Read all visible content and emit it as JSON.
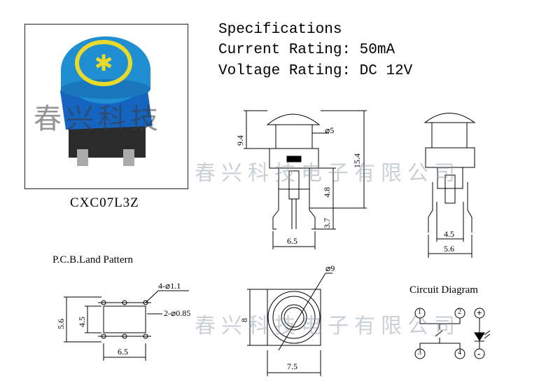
{
  "product": {
    "model": "CXC07L3Z",
    "watermark_photo": "春兴科技",
    "watermark_company": "春兴科技电子有限公司"
  },
  "specs": {
    "title": "Specifications",
    "current": "Current Rating: 50mA",
    "voltage": "Voltage Rating: DC 12V"
  },
  "front_view": {
    "height_cap": "9.4",
    "total_height": "15.4",
    "cap_diameter": "⌀5",
    "body_height": "4.8",
    "pin_length": "3.7",
    "pin_spacing": "6.5"
  },
  "side_view": {
    "pin_spacing_inner": "4.5",
    "pin_spacing_outer": "5.6"
  },
  "pcb": {
    "title": "P.C.B.Land Pattern",
    "hole_large": "4-⌀1.1",
    "hole_small": "2-⌀0.85",
    "height_outer": "5.6",
    "height_inner": "4.5",
    "width": "6.5"
  },
  "top_view": {
    "diameter": "⌀9",
    "height": "8",
    "width": "7.5"
  },
  "circuit": {
    "title": "Circuit Diagram",
    "pins": [
      "1",
      "2",
      "3",
      "4"
    ],
    "led_plus": "+",
    "led_minus": "-"
  },
  "colors": {
    "cap_blue": "#1f8fd2",
    "ring_yellow": "#e9d92b",
    "body_blue": "#1565c0",
    "base_dark": "#2b2b2b"
  }
}
